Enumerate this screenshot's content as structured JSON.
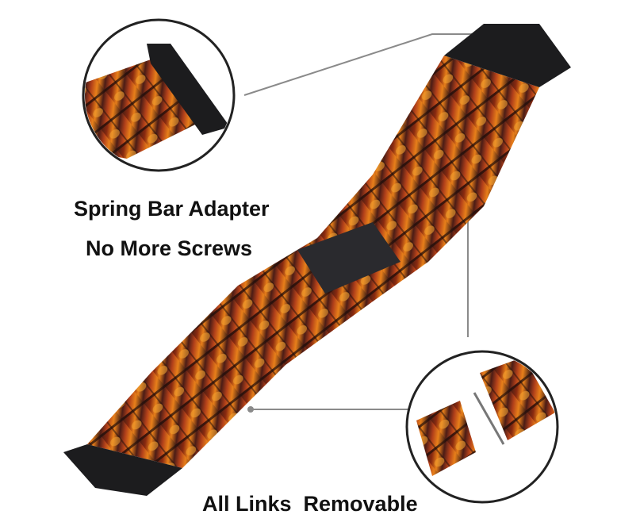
{
  "captions": {
    "spring_bar": "Spring Bar Adapter",
    "no_screws": "No More Screws",
    "links": "All Links  Removable"
  },
  "colors": {
    "resin_dark": "#3a1a14",
    "resin_mid": "#8a2a10",
    "resin_bright": "#e8801a",
    "hardware": "#1c1c1e",
    "callout_line": "#8a8a8a"
  }
}
